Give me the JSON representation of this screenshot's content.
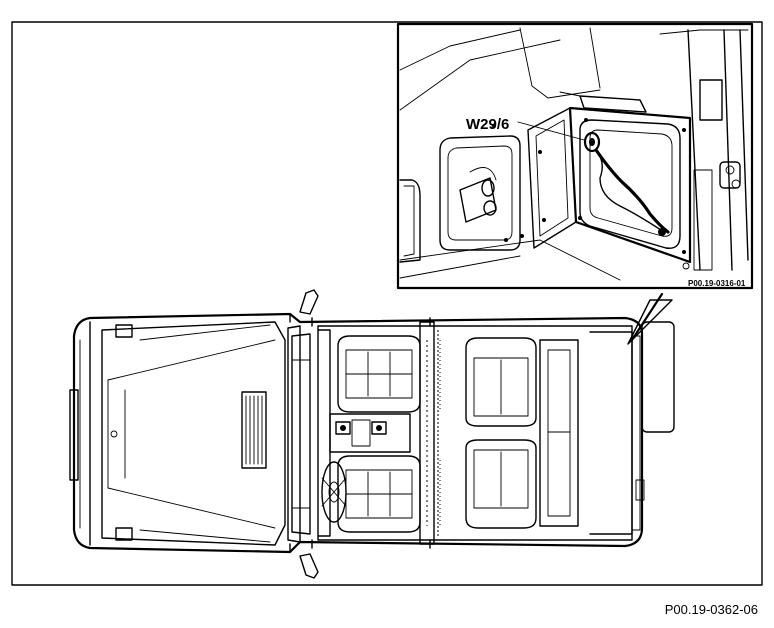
{
  "figure": {
    "component_label": "W29/6",
    "inset_reference": "P00.19-0316-01",
    "figure_id": "P00.19-0362-06"
  }
}
